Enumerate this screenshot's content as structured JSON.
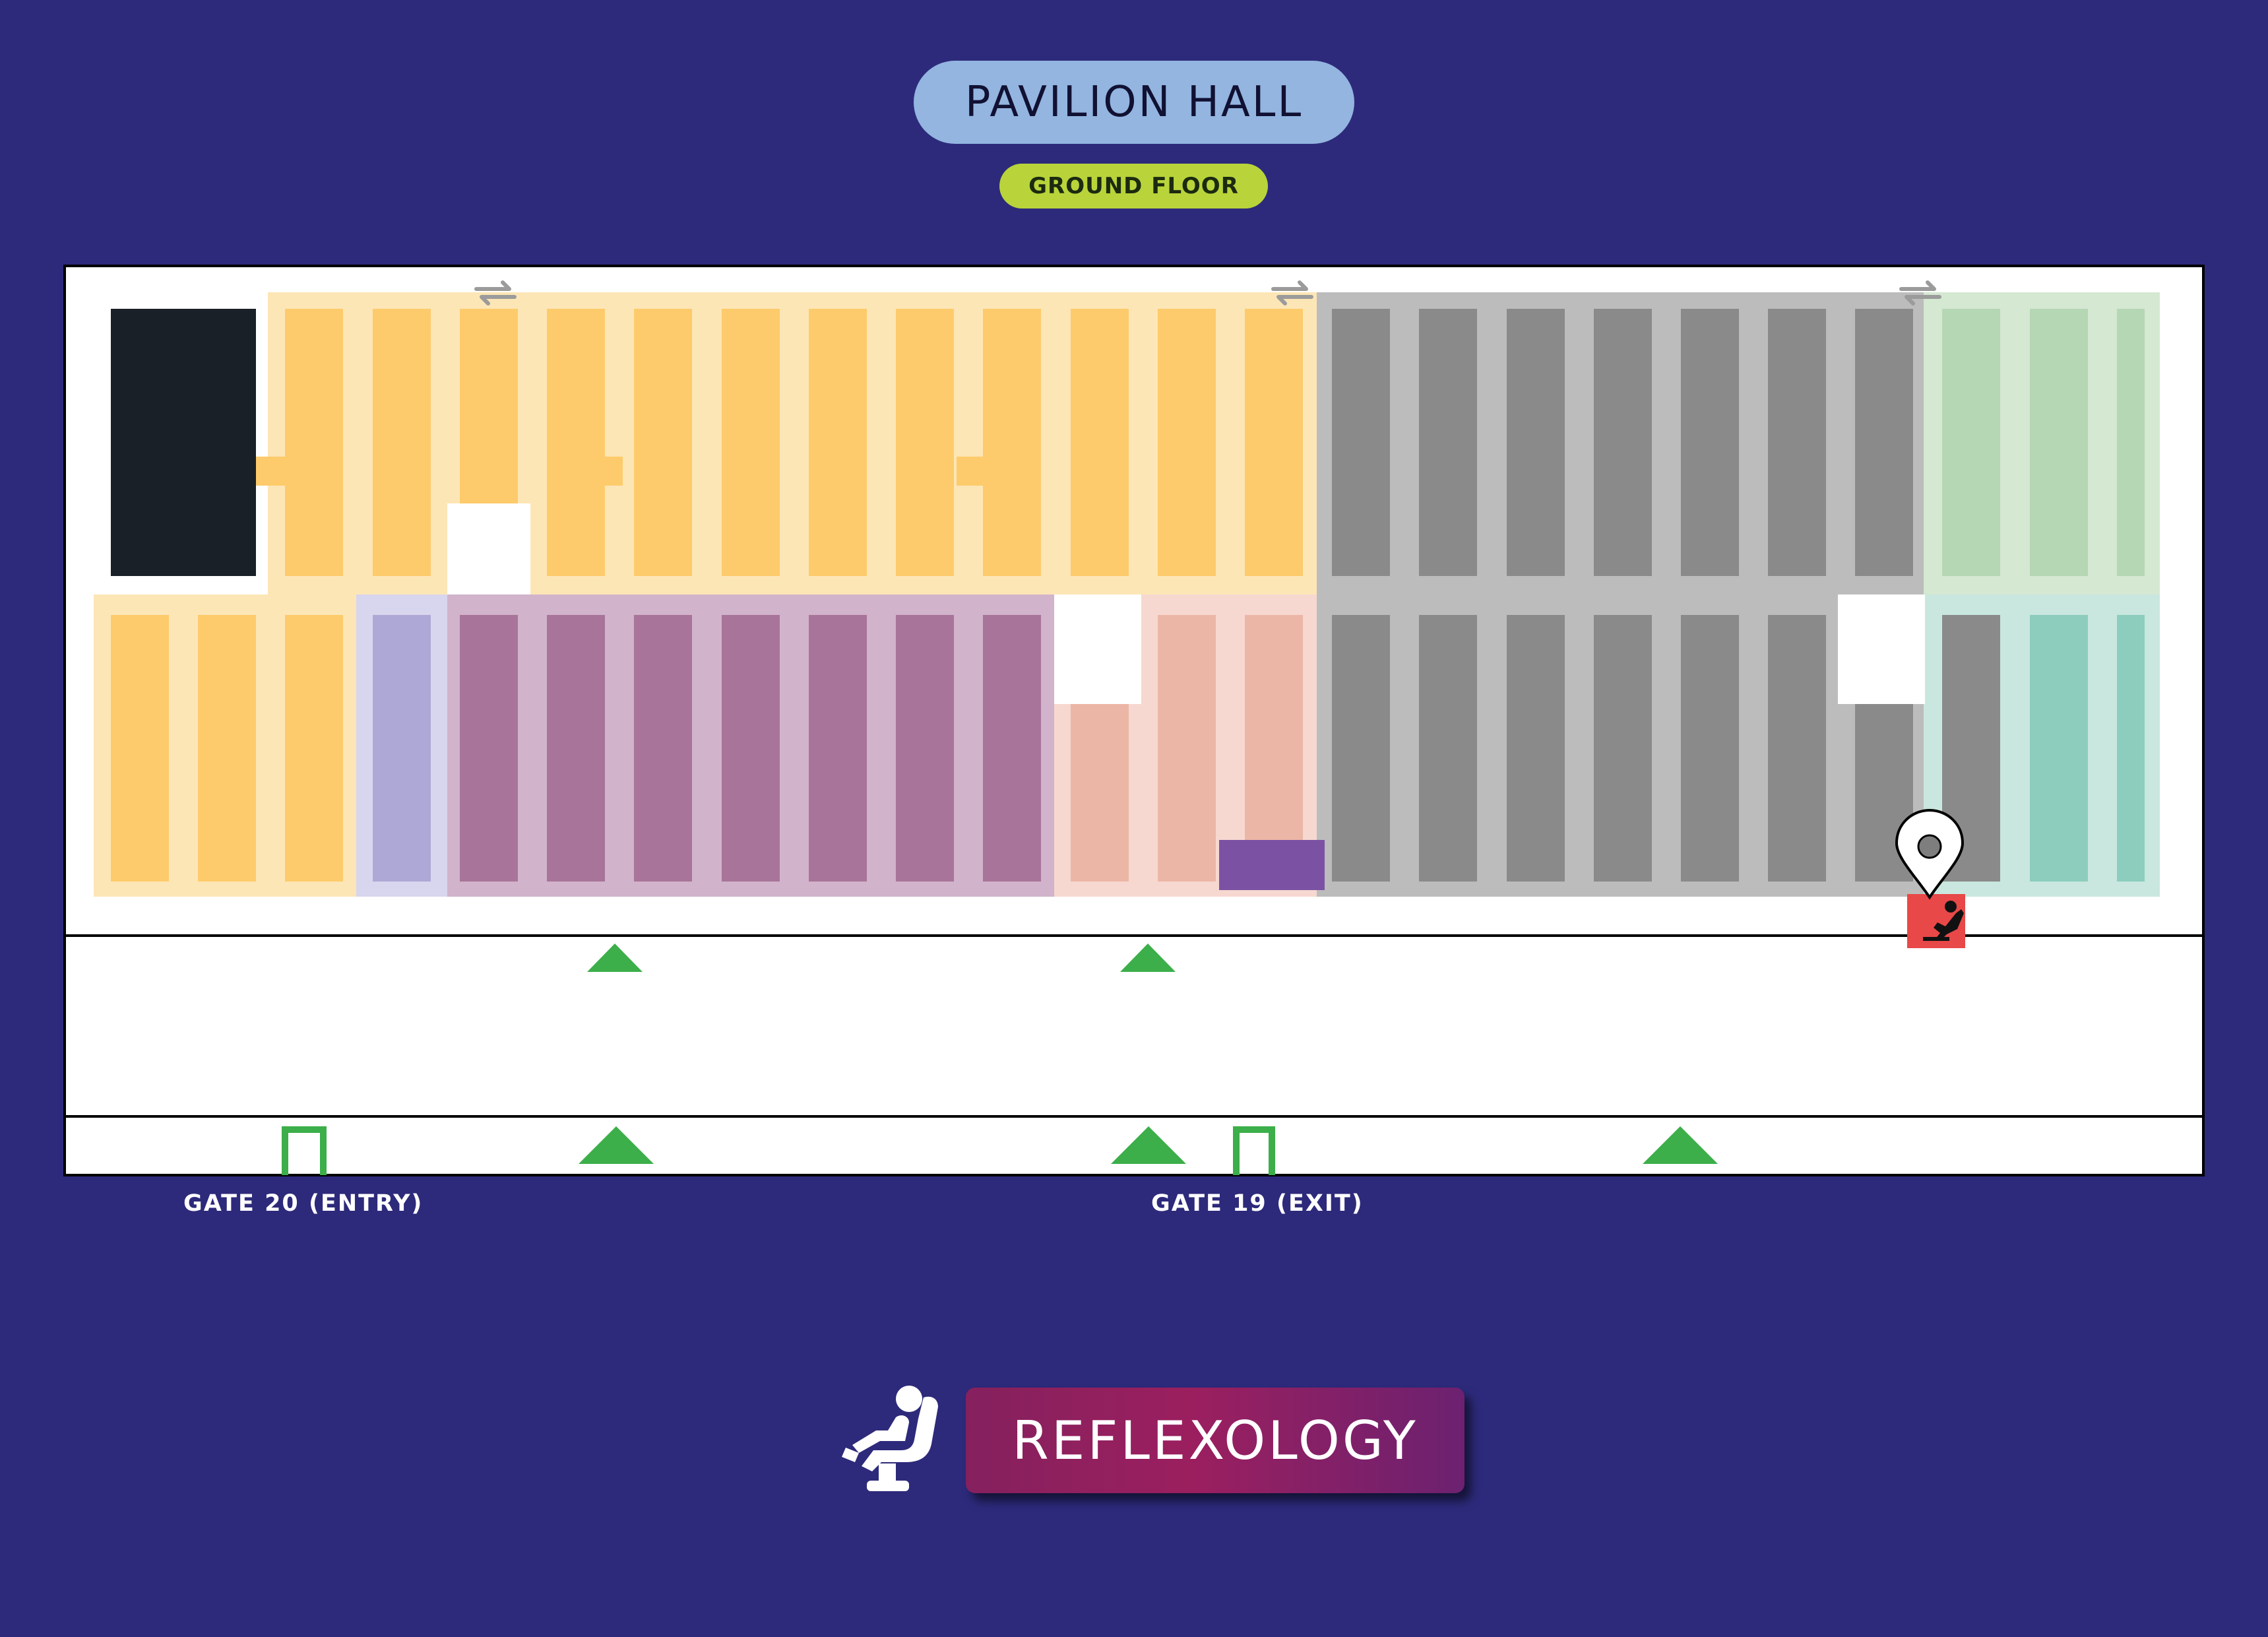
{
  "header": {
    "title": "PAVILION HALL",
    "floor": "GROUND FLOOR"
  },
  "gates": [
    {
      "label": "GATE 20 (ENTRY)"
    },
    {
      "label": "GATE 19 (EXIT)"
    }
  ],
  "legend": {
    "label": "REFLEXOLOGY",
    "icon": "massage-chair-icon"
  },
  "markers": {
    "location_pin": "location-pin-icon",
    "pin_badge": "massage-chair-icon",
    "transfer": "swap-arrows-icon",
    "walkway": "green-triangle-arrow-icon"
  },
  "colors": {
    "background": "#2d2a7b",
    "title_pill": "#93b5e0",
    "floor_pill": "#b8d43a",
    "zone_orange": "#fdcb6b",
    "zone_grey": "#8a8a8a",
    "zone_purple": "#a87499",
    "zone_lavender": "#aea8d6",
    "zone_salmon": "#ecb6a6",
    "zone_green": "#b5d7b3",
    "zone_teal": "#8dcdbd",
    "pin_badge": "#e84848",
    "walkway_arrow": "#3cae4a",
    "legend_pill": "#9b1f5f"
  }
}
